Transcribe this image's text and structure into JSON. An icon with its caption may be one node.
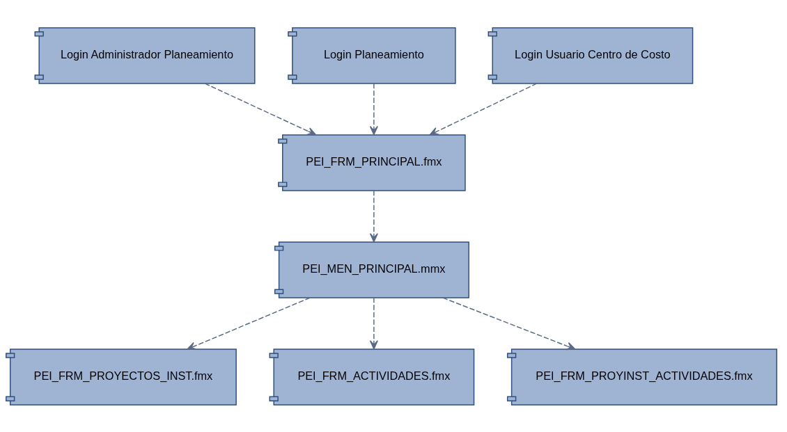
{
  "diagram": {
    "nodes": [
      {
        "text": [
          "Login Administrador Planeamiento"
        ]
      },
      {
        "text": [
          "Login Planeamiento"
        ]
      },
      {
        "text": [
          "Login Usuario Centro de Costo"
        ]
      },
      {
        "text": [
          "PEI_FRM_PRINCIPAL.fmx"
        ]
      },
      {
        "text": [
          "PEI_MEN_PRINCIPAL.mmx"
        ]
      },
      {
        "text": [
          "PEI_FRM_PROYECTOS_INST.fmx"
        ]
      },
      {
        "text": [
          "PEI_FRM_ACTIVIDADES.fmx"
        ]
      },
      {
        "text": [
          "PEI_FRM_PROYINST_ACTIVIDADES.fmx"
        ]
      }
    ],
    "edges": [
      {
        "from": 0,
        "to": 3,
        "arrow": "to",
        "style": "dashed"
      },
      {
        "from": 1,
        "to": 3,
        "arrow": "to",
        "style": "dashed"
      },
      {
        "from": 2,
        "to": 3,
        "arrow": "to",
        "style": "dashed"
      },
      {
        "from": 3,
        "to": 4,
        "arrow": "to",
        "style": "dashed"
      },
      {
        "from": 4,
        "to": 5,
        "arrow": "to",
        "style": "dashed"
      },
      {
        "from": 4,
        "to": 6,
        "arrow": "to",
        "style": "dashed"
      },
      {
        "from": 4,
        "to": 7,
        "arrow": "to",
        "style": "dashed"
      }
    ]
  }
}
